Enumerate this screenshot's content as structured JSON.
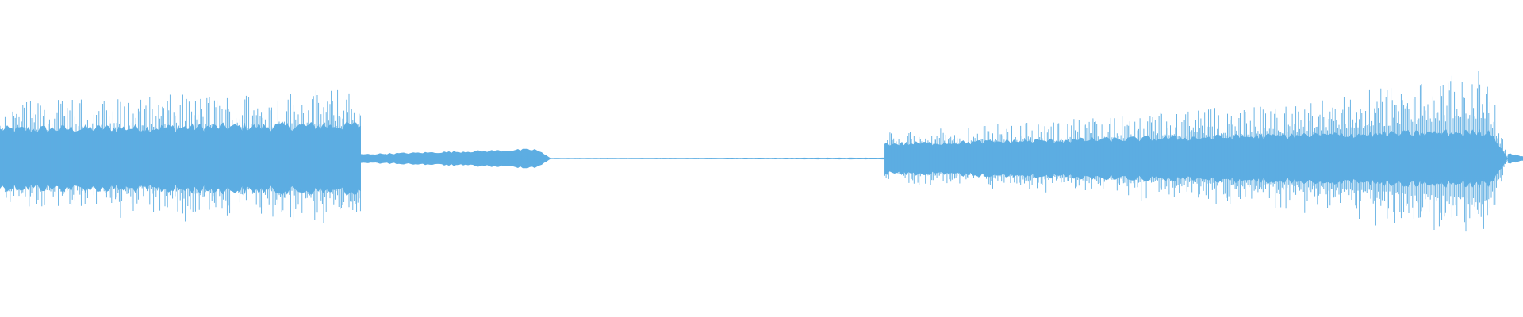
{
  "waveform": {
    "color": "#5dade2",
    "background": "#ffffff",
    "segments": [
      {
        "name": "segment-1-loud",
        "start": 0.0,
        "end": 0.237,
        "peak_start": 0.55,
        "peak_end": 0.7,
        "body_start": 0.28,
        "body_end": 0.32,
        "tail": "cutoff"
      },
      {
        "name": "segment-2-quiet-swell",
        "start": 0.237,
        "end": 0.362,
        "peak_start": 0.04,
        "peak_end": 0.09,
        "body_start": 0.04,
        "body_end": 0.09,
        "tail": "fade"
      },
      {
        "name": "segment-3-silence",
        "start": 0.362,
        "end": 0.581,
        "peak_start": 0.005,
        "peak_end": 0.008,
        "body_start": 0.005,
        "body_end": 0.008,
        "tail": "none"
      },
      {
        "name": "segment-4-building",
        "start": 0.581,
        "end": 0.85,
        "peak_start": 0.25,
        "peak_end": 0.55,
        "body_start": 0.14,
        "body_end": 0.22,
        "tail": "none"
      },
      {
        "name": "segment-5-climax",
        "start": 0.85,
        "end": 0.99,
        "peak_start": 0.55,
        "peak_end": 0.9,
        "body_start": 0.22,
        "body_end": 0.26,
        "tail": "fade"
      },
      {
        "name": "segment-6-decay",
        "start": 0.99,
        "end": 1.0,
        "peak_start": 0.05,
        "peak_end": 0.02,
        "body_start": 0.05,
        "body_end": 0.02,
        "tail": "none"
      }
    ]
  }
}
